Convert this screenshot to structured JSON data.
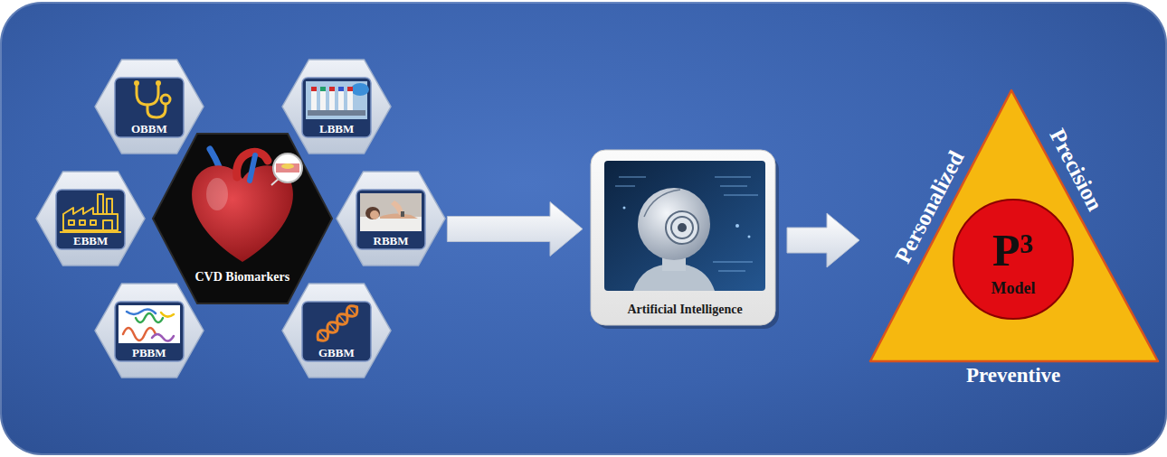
{
  "diagram": {
    "nodes": [
      {
        "text": [
          "OBBM"
        ]
      },
      {
        "text": [
          "LBBM"
        ]
      },
      {
        "text": [
          "EBBM"
        ]
      },
      {
        "text": [
          "CVD Biomarkers"
        ]
      },
      {
        "text": [
          "RBBM"
        ]
      },
      {
        "text": [
          "PBBM"
        ]
      },
      {
        "text": [
          "GBBM"
        ]
      },
      {
        "text": [
          "Artificial Intelligence"
        ]
      },
      {
        "text": [
          "Personalized",
          "Precision",
          "Preventive"
        ]
      },
      {
        "text": [
          "P³",
          "Model"
        ],
        "in": 8
      }
    ],
    "edges": [
      {
        "from": 4,
        "to": 7,
        "arrow": "to"
      },
      {
        "from": 7,
        "to": 8,
        "arrow": "to"
      }
    ]
  }
}
